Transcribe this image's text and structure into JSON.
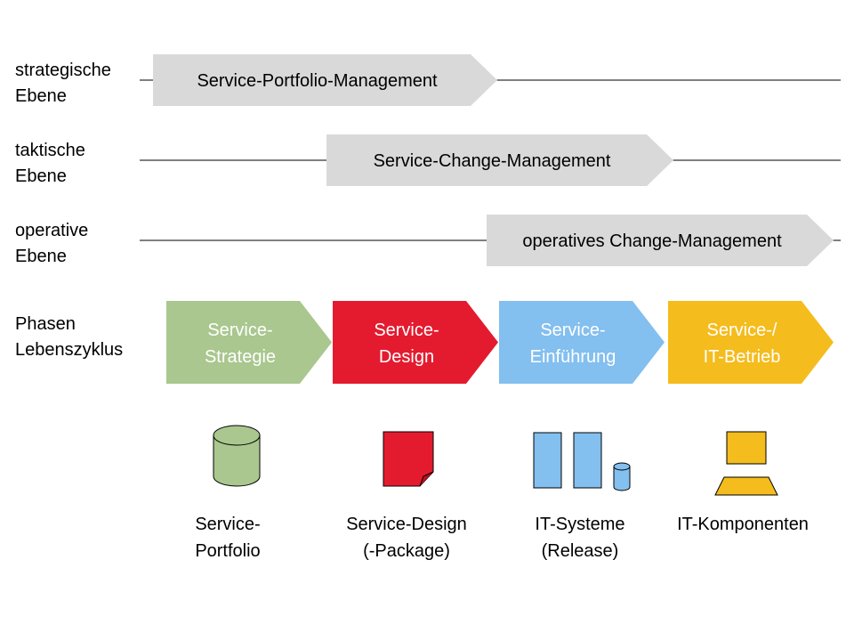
{
  "levels": [
    {
      "label": "strategische\nEbene",
      "process": "Service-Portfolio-Management"
    },
    {
      "label": "taktische\nEbene",
      "process": "Service-Change-Management"
    },
    {
      "label": "operative\nEbene",
      "process": "operatives Change-Management"
    }
  ],
  "lifecycle_label": "Phasen\nLebenszyklus",
  "phases": [
    {
      "lines": [
        "Service-",
        "Strategie"
      ],
      "color": "#A9C78E"
    },
    {
      "lines": [
        "Service-",
        "Design"
      ],
      "color": "#E41B2F"
    },
    {
      "lines": [
        "Service-",
        "Einführung"
      ],
      "color": "#83BFEF"
    },
    {
      "lines": [
        "Service-/",
        "IT-Betrieb"
      ],
      "color": "#F4BC1D"
    }
  ],
  "artifacts": [
    {
      "icon": "database-icon",
      "lines": [
        "Service-",
        "Portfolio"
      ],
      "color": "#A9C78E"
    },
    {
      "icon": "document-icon",
      "lines": [
        "Service-Design",
        "(-Package)"
      ],
      "color": "#E41B2F"
    },
    {
      "icon": "servers-icon",
      "lines": [
        "IT-Systeme",
        "(Release)"
      ],
      "color": "#83BFEF"
    },
    {
      "icon": "computer-icon",
      "lines": [
        "IT-Komponenten"
      ],
      "color": "#F4BC1D"
    }
  ],
  "colors": {
    "process_fill": "#D9D9D9",
    "line": "#000000",
    "text_white": "#FFFFFF"
  }
}
